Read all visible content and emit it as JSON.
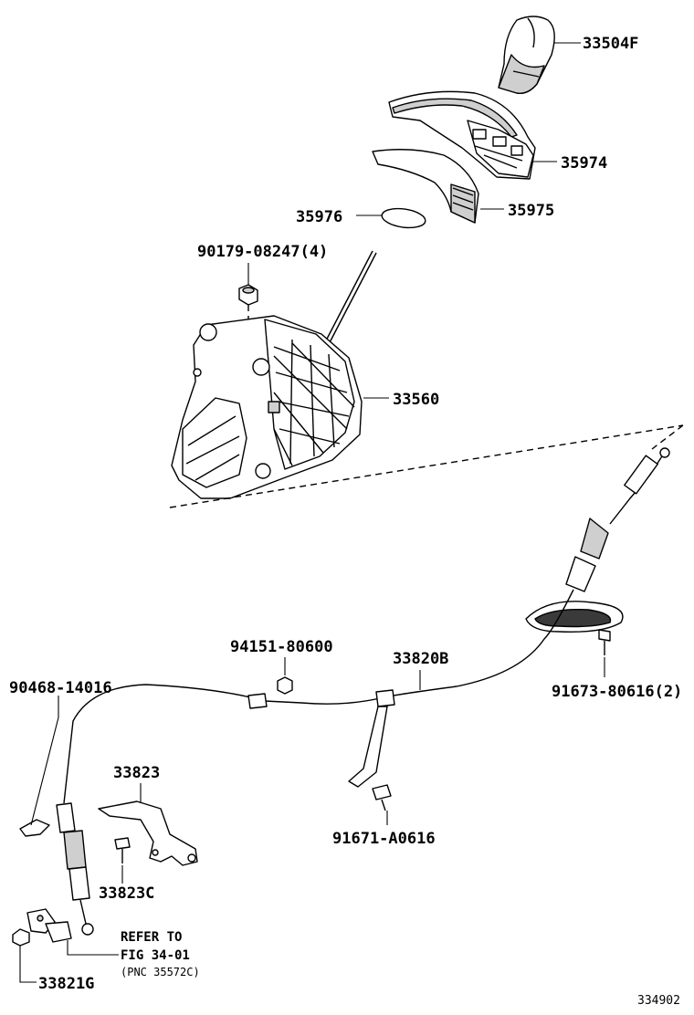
{
  "parts": {
    "knob": "33504F",
    "bezel_plate": "35974",
    "indicator": "35975",
    "cover": "35976",
    "nut": "90179-08247(4)",
    "shift_lever_assy": "33560",
    "nut_94151": "94151-80600",
    "cable": "33820B",
    "bolt_91673": "91673-80616(2)",
    "clip_90468": "90468-14016",
    "bracket": "33823",
    "bolt_33823c": "33823C",
    "bolt_91671": "91671-A0616",
    "bushing": "33821G"
  },
  "note": {
    "line1": "REFER TO",
    "line2": "FIG 34-01",
    "line3": "(PNC 35572C)"
  },
  "figure_id": "334902"
}
